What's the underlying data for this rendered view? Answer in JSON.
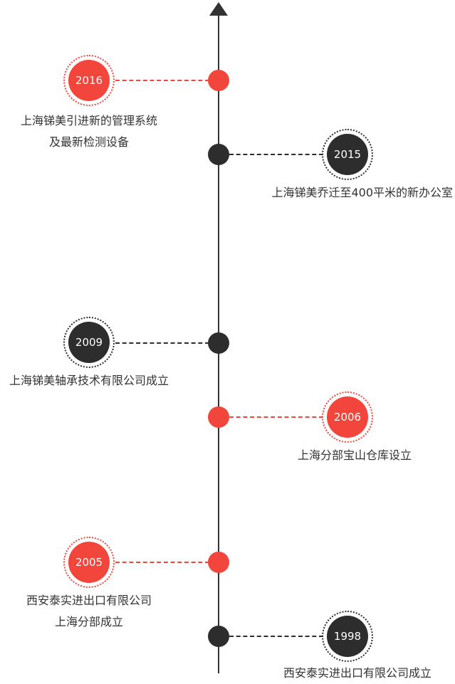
{
  "colors": {
    "red": "#f2453b",
    "dark": "#2d2d2d",
    "axis": "#333333"
  },
  "icons": {
    "top": "arrow-up-icon"
  },
  "events": [
    {
      "year": "2016",
      "color": "red",
      "lines": [
        "上海锑美引进新的管理系统",
        "及最新检测设备"
      ]
    },
    {
      "year": "2015",
      "color": "dark",
      "lines": [
        "上海锑美乔迁至400平米的新办公室"
      ]
    },
    {
      "year": "2009",
      "color": "dark",
      "lines": [
        "上海锑美轴承技术有限公司成立"
      ]
    },
    {
      "year": "2006",
      "color": "red",
      "lines": [
        "上海分部宝山仓库设立"
      ]
    },
    {
      "year": "2005",
      "color": "red",
      "lines": [
        "西安泰实进出口有限公司",
        "上海分部成立"
      ]
    },
    {
      "year": "1998",
      "color": "dark",
      "lines": [
        "西安泰实进出口有限公司成立"
      ]
    }
  ]
}
